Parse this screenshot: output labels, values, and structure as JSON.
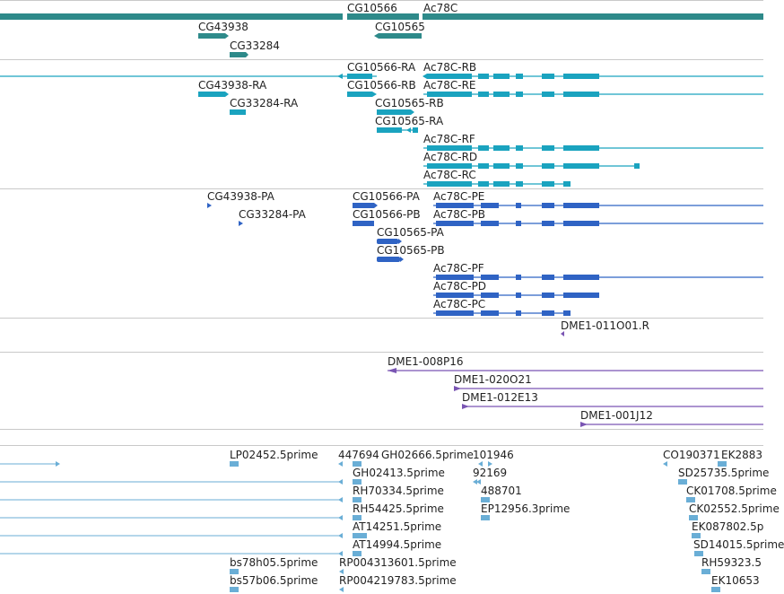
{
  "tracks": [
    {
      "id": "genes",
      "color": "#2e8a8a",
      "labels": [
        "CG10566",
        "Ac78C",
        "CG43938",
        "CG10565",
        "CG33284"
      ]
    },
    {
      "id": "transcripts",
      "color": "#1aa3bf",
      "labels": [
        "CG10566-RA",
        "Ac78C-RB",
        "CG43938-RA",
        "CG10566-RB",
        "Ac78C-RE",
        "CG33284-RA",
        "CG10565-RB",
        "CG10565-RA",
        "Ac78C-RF",
        "Ac78C-RD",
        "Ac78C-RC"
      ]
    },
    {
      "id": "proteins",
      "color": "#2f63c4",
      "labels": [
        "CG43938-PA",
        "CG10566-PA",
        "Ac78C-PE",
        "CG33284-PA",
        "CG10566-PB",
        "Ac78C-PB",
        "CG10565-PA",
        "CG10565-PB",
        "Ac78C-PF",
        "Ac78C-PD",
        "Ac78C-PC"
      ]
    },
    {
      "id": "clone-single",
      "color": "#7a55b3",
      "labels": [
        "DME1-011O01.R"
      ]
    },
    {
      "id": "clones",
      "color": "#7a55b3",
      "labels": [
        "DME1-008P16",
        "DME1-020O21",
        "DME1-012E13",
        "DME1-001J12"
      ]
    },
    {
      "id": "ests",
      "color": "#6aaed6",
      "labels": [
        "LP02452.5prime",
        "447694",
        "GH02666.5prime",
        "101946",
        "CO190371",
        "EK2883",
        "GH02413.5prime",
        "92169",
        "SD25735.5prime",
        "RH70334.5prime",
        "488701",
        "CK01708.5prime",
        "RH54425.5prime",
        "EP12956.3prime",
        "CK02552.5prime",
        "AT14251.5prime",
        "EK087802.5p",
        "AT14994.5prime",
        "SD14015.5prime",
        "bs78h05.5prime",
        "RP004313601.5prime",
        "RH59323.5",
        "bs57b06.5prime",
        "RP004219783.5prime",
        "EK10653"
      ]
    }
  ]
}
